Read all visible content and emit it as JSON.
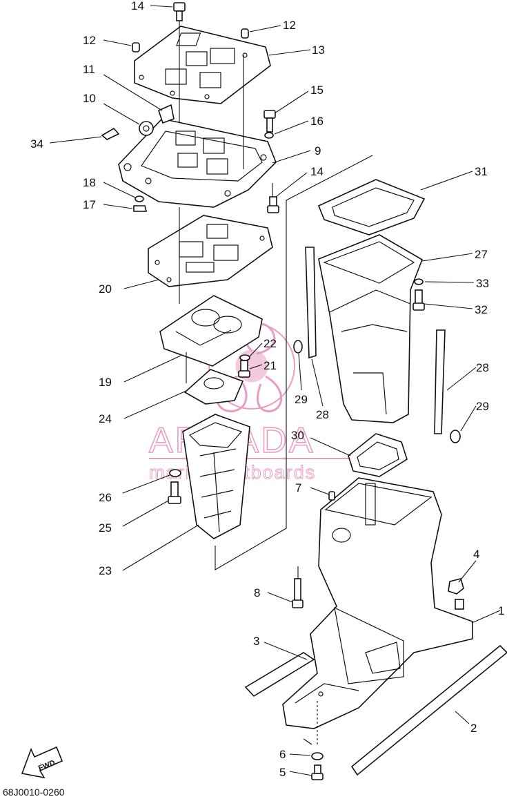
{
  "diagram_code": "68J0010-0260",
  "fwd_label": "FWD",
  "watermark": {
    "brand": "ARMADA",
    "tagline": "marine outboards",
    "color": "#e58bb8"
  },
  "callouts": {
    "c14a": "14",
    "c12a": "12",
    "c12b": "12",
    "c13": "13",
    "c11": "11",
    "c10": "10",
    "c15": "15",
    "c16": "16",
    "c34": "34",
    "c9": "9",
    "c14b": "14",
    "c31": "31",
    "c18": "18",
    "c17": "17",
    "c27": "27",
    "c33": "33",
    "c20": "20",
    "c32": "32",
    "c22": "22",
    "c21": "21",
    "c19": "19",
    "c28a": "28",
    "c29a": "29",
    "c28b": "28",
    "c29b": "29",
    "c24": "24",
    "c30": "30",
    "c26": "26",
    "c7": "7",
    "c25": "25",
    "c23": "23",
    "c4": "4",
    "c8": "8",
    "c1": "1",
    "c3": "3",
    "c2": "2",
    "c6": "6",
    "c5": "5"
  }
}
